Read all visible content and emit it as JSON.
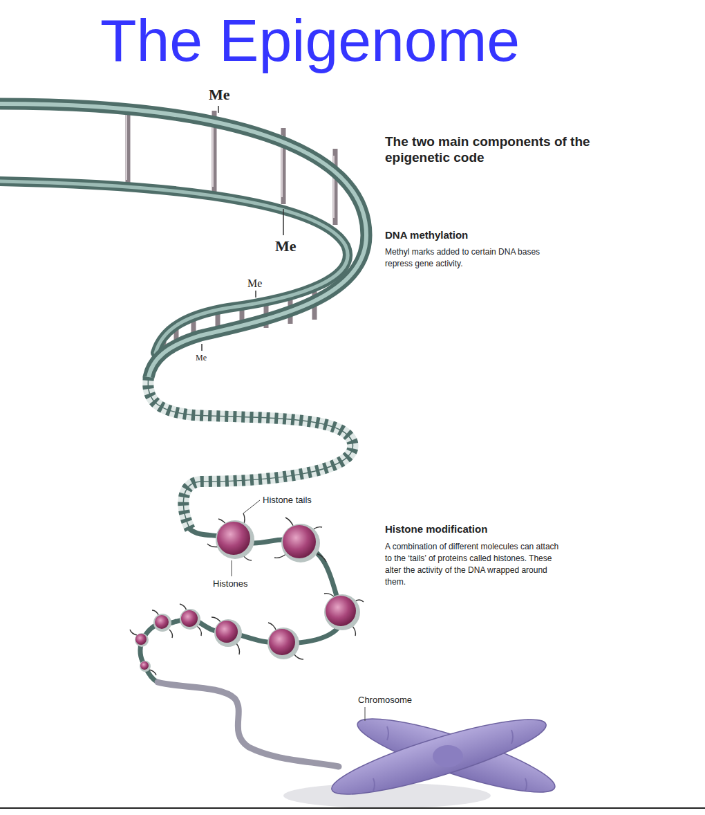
{
  "diagram": {
    "title": "The Epigenome",
    "labels": [
      "Me",
      "Me",
      "Me",
      "Me",
      "The two main components of the epigenetic code",
      "DNA methylation",
      "Methyl marks added to certain DNA bases repress gene activity.",
      "Histone tails",
      "Histone modification",
      "A combination of different molecules can attach to the ‘tails’ of proteins called histones. These alter the activity of the DNA wrapped around them.",
      "Histones",
      "Chromosome"
    ]
  }
}
